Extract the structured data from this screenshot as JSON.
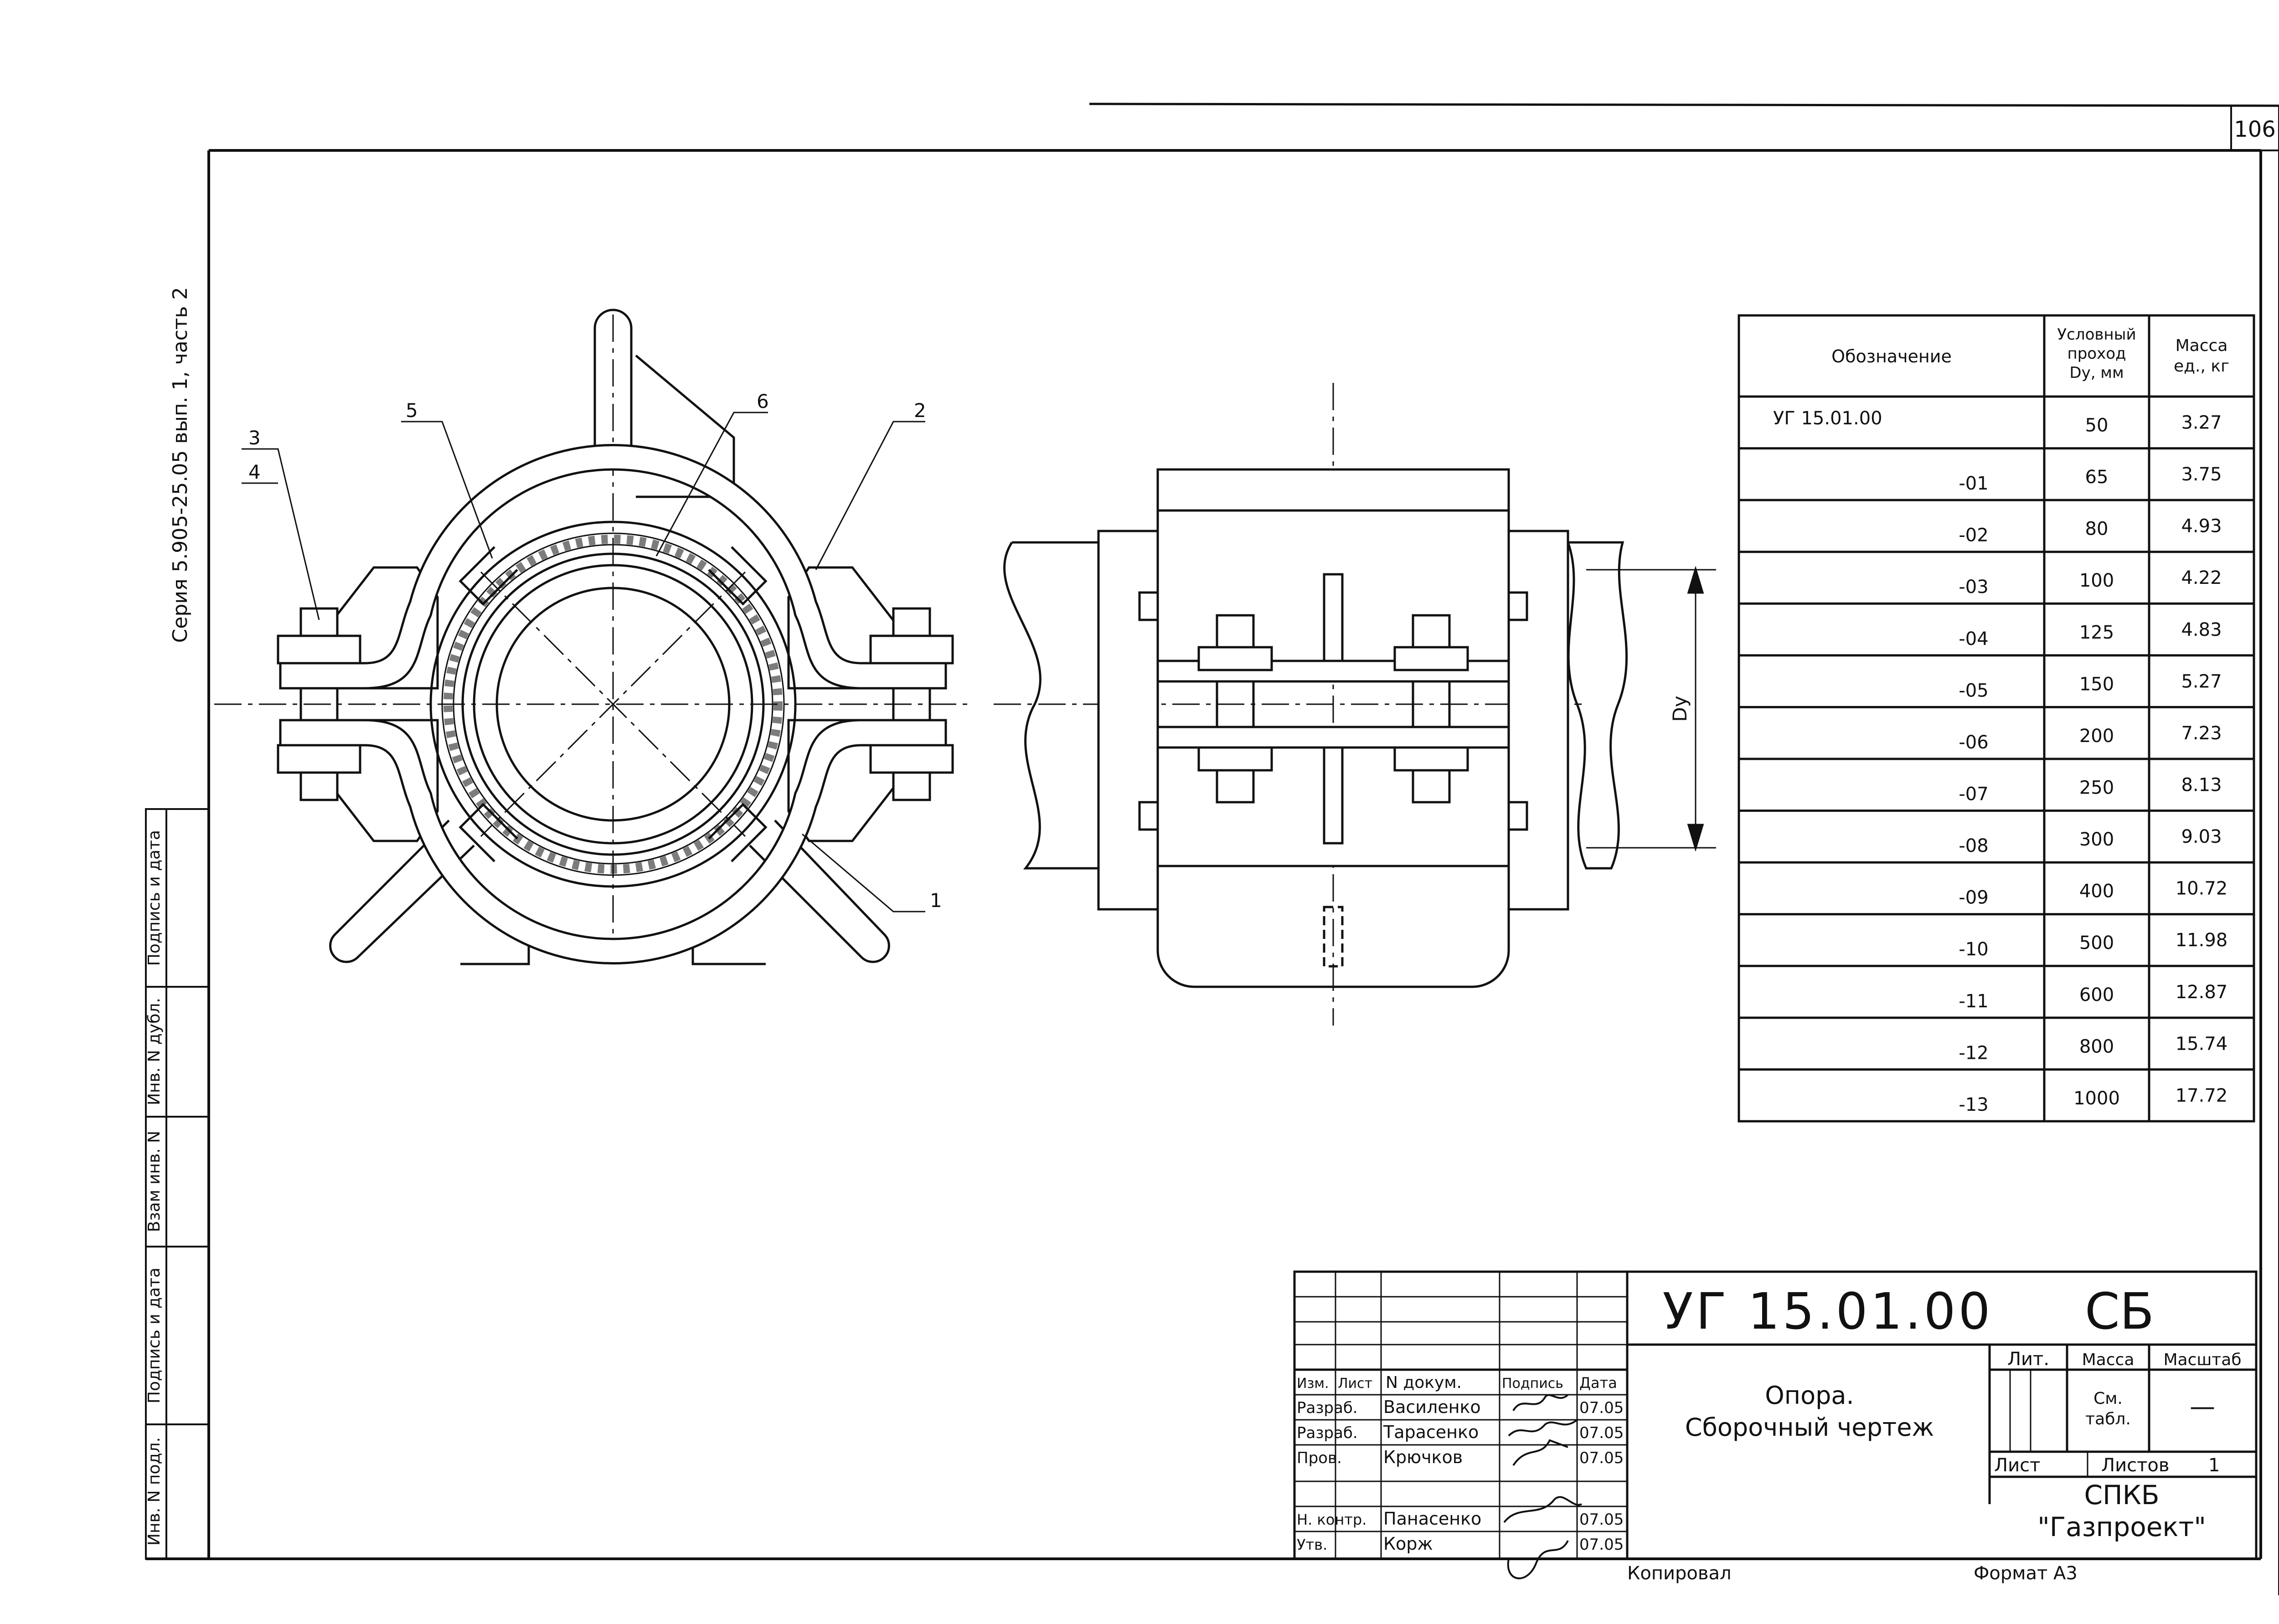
{
  "page_number": "106",
  "series_text": "Серия 5.905-25.05 вып. 1, часть 2",
  "side_stamp": [
    "Инв. N подл.",
    "Подпись и дата",
    "Взам инв. N",
    "Инв. N дубл.",
    "Подпись и дата"
  ],
  "callouts": [
    "3",
    "4",
    "5",
    "6",
    "2",
    "1"
  ],
  "dim_label": "Dy",
  "spec_table": {
    "headers": {
      "designation": "Обозначение",
      "bore": "Условный проход Dy, мм",
      "mass": "Масса ед., кг"
    },
    "rows": [
      {
        "designation": "УГ 15.01.00",
        "bore": "50",
        "mass": "3.27"
      },
      {
        "designation": "-01",
        "bore": "65",
        "mass": "3.75"
      },
      {
        "designation": "-02",
        "bore": "80",
        "mass": "4.93"
      },
      {
        "designation": "-03",
        "bore": "100",
        "mass": "4.22"
      },
      {
        "designation": "-04",
        "bore": "125",
        "mass": "4.83"
      },
      {
        "designation": "-05",
        "bore": "150",
        "mass": "5.27"
      },
      {
        "designation": "-06",
        "bore": "200",
        "mass": "7.23"
      },
      {
        "designation": "-07",
        "bore": "250",
        "mass": "8.13"
      },
      {
        "designation": "-08",
        "bore": "300",
        "mass": "9.03"
      },
      {
        "designation": "-09",
        "bore": "400",
        "mass": "10.72"
      },
      {
        "designation": "-10",
        "bore": "500",
        "mass": "11.98"
      },
      {
        "designation": "-11",
        "bore": "600",
        "mass": "12.87"
      },
      {
        "designation": "-12",
        "bore": "800",
        "mass": "15.74"
      },
      {
        "designation": "-13",
        "bore": "1000",
        "mass": "17.72"
      }
    ]
  },
  "title_block": {
    "doc_code": "УГ 15.01.00",
    "doc_suffix": "СБ",
    "title_line1": "Опора.",
    "title_line2": "Сборочный чертеж",
    "col_headers": [
      "Изм.",
      "Лист",
      "N докум.",
      "Подпись",
      "Дата"
    ],
    "signers": [
      {
        "role": "Разраб.",
        "name": "Василенко",
        "date": "07.05"
      },
      {
        "role": "Разраб.",
        "name": "Тарасенко",
        "date": "07.05"
      },
      {
        "role": "Пров.",
        "name": "Крючков",
        "date": "07.05"
      },
      {
        "role": "Н. контр.",
        "name": "Панасенко",
        "date": "07.05"
      },
      {
        "role": "Утв.",
        "name": "Корж",
        "date": "07.05"
      }
    ],
    "lit_label": "Лит.",
    "mass_label": "Масса",
    "scale_label": "Масштаб",
    "mass_value_line1": "См.",
    "mass_value_line2": "табл.",
    "scale_value": "—",
    "sheet_label": "Лист",
    "sheets_label": "Листов",
    "sheets_value": "1",
    "org_line1": "СПКБ",
    "org_line2": "\"Газпроект\""
  },
  "footer": {
    "copied": "Копировал",
    "format": "Формат А3"
  }
}
